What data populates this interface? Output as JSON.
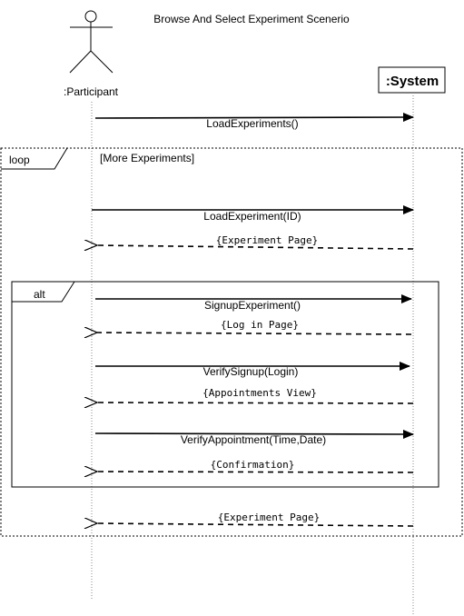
{
  "title": "Browse And Select Experiment Scenerio",
  "participant": {
    "label": ":Participant"
  },
  "system": {
    "label": ":System"
  },
  "messages": {
    "load_experiments": "LoadExperiments()",
    "load_experiment": "LoadExperiment(ID)",
    "experiment_page_1": "{Experiment Page}",
    "signup_experiment": "SignupExperiment()",
    "log_in_page": "{Log in Page}",
    "verify_signup": "VerifySignup(Login)",
    "appointments_view": "{Appointments View}",
    "verify_appointment": "VerifyAppointment(Time,Date)",
    "confirmation": "{Confirmation}",
    "experiment_page_2": "{Experiment Page}"
  },
  "loop": {
    "tag": "loop",
    "guard": "[More Experiments]"
  },
  "alt": {
    "tag": "alt"
  }
}
